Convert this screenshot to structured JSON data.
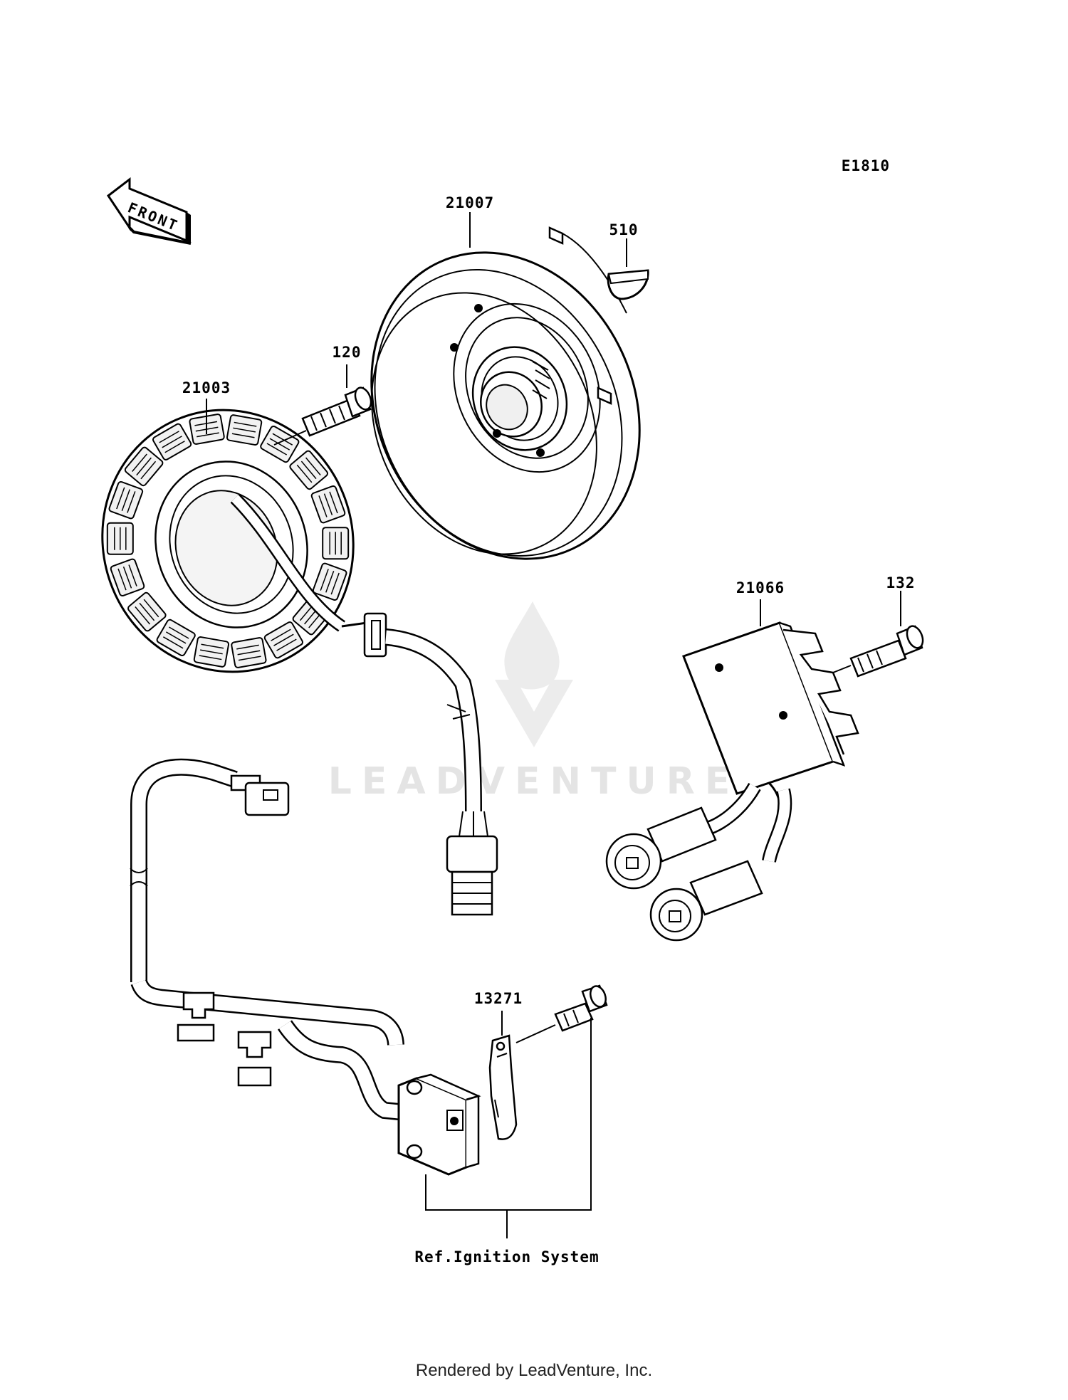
{
  "diagram_code": "E1810",
  "front_label": "FRONT",
  "parts": [
    {
      "id": "rotor",
      "number": "21007"
    },
    {
      "id": "key",
      "number": "510"
    },
    {
      "id": "bolt-stator",
      "number": "120"
    },
    {
      "id": "stator",
      "number": "21003"
    },
    {
      "id": "regulator",
      "number": "21066"
    },
    {
      "id": "bolt-regulator",
      "number": "132"
    },
    {
      "id": "bracket",
      "number": "13271"
    }
  ],
  "reference_label": "Ref.Ignition System",
  "watermark": "LEADVENTURE",
  "footer": "Rendered by LeadVenture, Inc."
}
